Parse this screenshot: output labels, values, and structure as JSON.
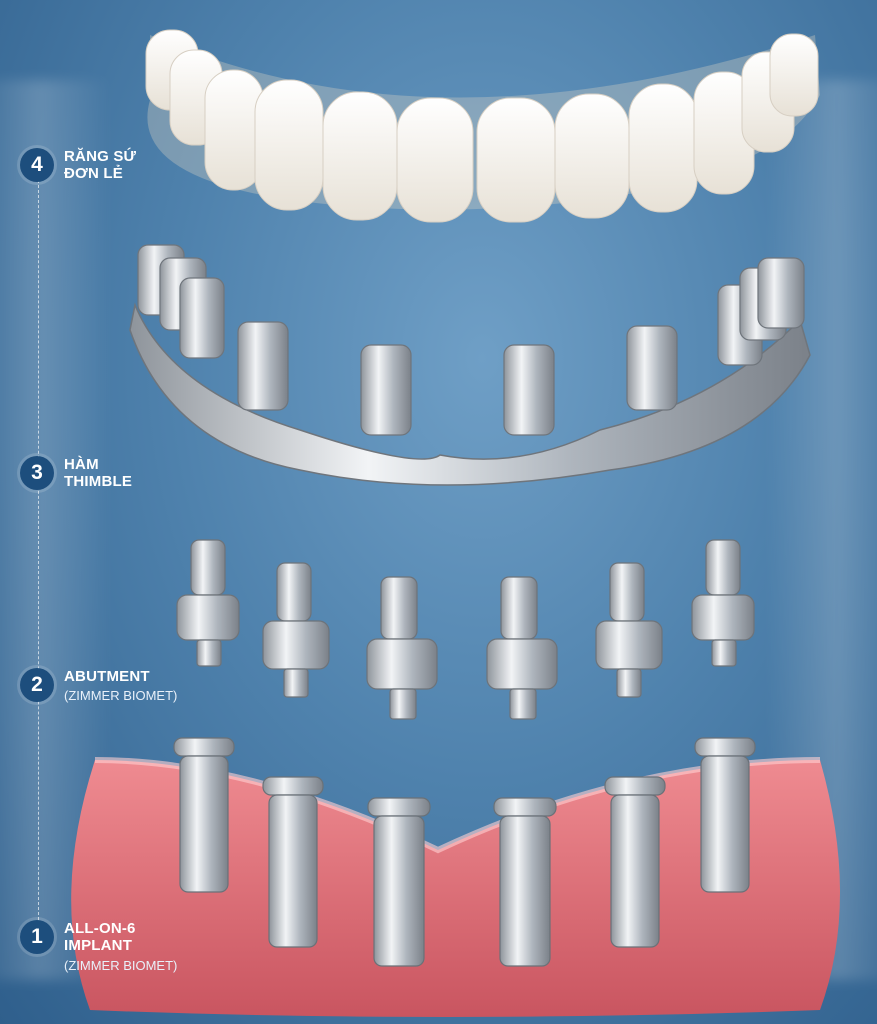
{
  "steps": [
    {
      "number": "4",
      "title_line1": "RĂNG SỨ",
      "title_line2": "ĐƠN LẺ",
      "subtitle": ""
    },
    {
      "number": "3",
      "title_line1": "HÀM",
      "title_line2": "THIMBLE",
      "subtitle": ""
    },
    {
      "number": "2",
      "title_line1": "ABUTMENT",
      "title_line2": "",
      "subtitle": "(ZIMMER BIOMET)"
    },
    {
      "number": "1",
      "title_line1": "ALL-ON-6",
      "title_line2": "IMPLANT",
      "subtitle": "(ZIMMER BIOMET)"
    }
  ],
  "colors": {
    "background_top": "#6f9fc6",
    "background_bottom": "#2f5f8c",
    "badge": "#1d4e7d",
    "gum": "#e36f78",
    "tooth": "#f4f1ea",
    "metal": "#c7ccd2"
  }
}
